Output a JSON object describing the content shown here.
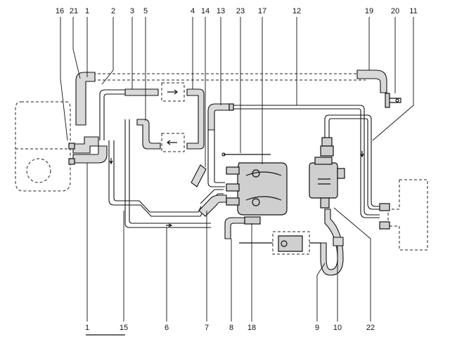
{
  "callouts_top": [
    {
      "id": "top-16",
      "label": "16"
    },
    {
      "id": "top-21",
      "label": "21"
    },
    {
      "id": "top-1",
      "label": "1"
    },
    {
      "id": "top-2",
      "label": "2"
    },
    {
      "id": "top-3",
      "label": "3"
    },
    {
      "id": "top-5",
      "label": "5"
    },
    {
      "id": "top-4",
      "label": "4"
    },
    {
      "id": "top-14",
      "label": "14"
    },
    {
      "id": "top-13",
      "label": "13"
    },
    {
      "id": "top-23",
      "label": "23"
    },
    {
      "id": "top-17",
      "label": "17"
    },
    {
      "id": "top-12",
      "label": "12"
    },
    {
      "id": "top-19",
      "label": "19"
    },
    {
      "id": "top-20",
      "label": "20"
    },
    {
      "id": "top-11",
      "label": "11"
    }
  ],
  "callouts_bottom": [
    {
      "id": "bottom-1",
      "label": "1"
    },
    {
      "id": "bottom-15",
      "label": "15"
    },
    {
      "id": "bottom-6",
      "label": "6"
    },
    {
      "id": "bottom-7",
      "label": "7"
    },
    {
      "id": "bottom-8",
      "label": "8"
    },
    {
      "id": "bottom-18",
      "label": "18"
    },
    {
      "id": "bottom-9",
      "label": "9"
    },
    {
      "id": "bottom-10",
      "label": "10"
    },
    {
      "id": "bottom-22",
      "label": "22"
    }
  ]
}
